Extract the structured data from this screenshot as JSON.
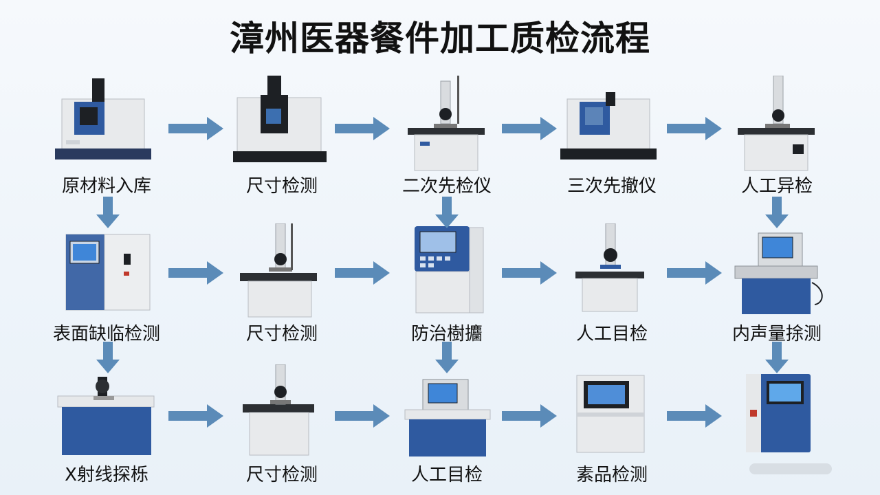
{
  "title": "漳州医器餐件加工质检流程",
  "steps": [
    {
      "label": "原材料入库",
      "icon": "cabinet-scanner-icon"
    },
    {
      "label": "尺寸检测",
      "icon": "cabinet-scanner-dark-icon"
    },
    {
      "label": "二次先检仪",
      "icon": "bench-microscope-icon"
    },
    {
      "label": "三次先撤仪",
      "icon": "cabinet-scanner-icon"
    },
    {
      "label": "人工异检",
      "icon": "bench-microscope-icon"
    },
    {
      "label": "表面缺临检测",
      "icon": "tall-console-icon"
    },
    {
      "label": "尺寸检测",
      "icon": "bench-microscope-icon"
    },
    {
      "label": "防治樹攟",
      "icon": "control-kiosk-icon"
    },
    {
      "label": "人工目检",
      "icon": "bench-microscope-icon"
    },
    {
      "label": "内声量捈测",
      "icon": "desk-monitor-icon"
    },
    {
      "label": "X射线探栎",
      "icon": "blue-bench-microscope-icon"
    },
    {
      "label": "尺寸检测",
      "icon": "bench-microscope-icon"
    },
    {
      "label": "人工目检",
      "icon": "blue-monitor-station-icon"
    },
    {
      "label": "素品检测",
      "icon": "monitor-cabinet-icon"
    },
    {
      "label": "",
      "icon": "blue-kiosk-icon"
    }
  ],
  "colors": {
    "arrow": "#5b8bb8",
    "machine_body": "#e6e8ea",
    "machine_blue": "#2f5aa0",
    "machine_dark": "#1d2024",
    "screen": "#4f8ed8"
  }
}
